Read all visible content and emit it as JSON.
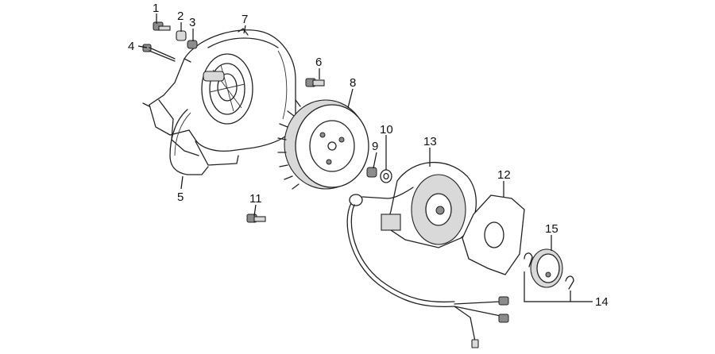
{
  "callouts": [
    {
      "id": "c1",
      "label": "1"
    },
    {
      "id": "c2",
      "label": "2"
    },
    {
      "id": "c3",
      "label": "3"
    },
    {
      "id": "c4",
      "label": "4"
    },
    {
      "id": "c5",
      "label": "5"
    },
    {
      "id": "c6",
      "label": "6"
    },
    {
      "id": "c7",
      "label": "7"
    },
    {
      "id": "c8",
      "label": "8"
    },
    {
      "id": "c9",
      "label": "9"
    },
    {
      "id": "c10",
      "label": "10"
    },
    {
      "id": "c11",
      "label": "11"
    },
    {
      "id": "c12",
      "label": "12"
    },
    {
      "id": "c13",
      "label": "13"
    },
    {
      "id": "c14",
      "label": "14"
    },
    {
      "id": "c15",
      "label": "15"
    }
  ],
  "colors": {
    "line": "#222222",
    "background": "#ffffff"
  }
}
